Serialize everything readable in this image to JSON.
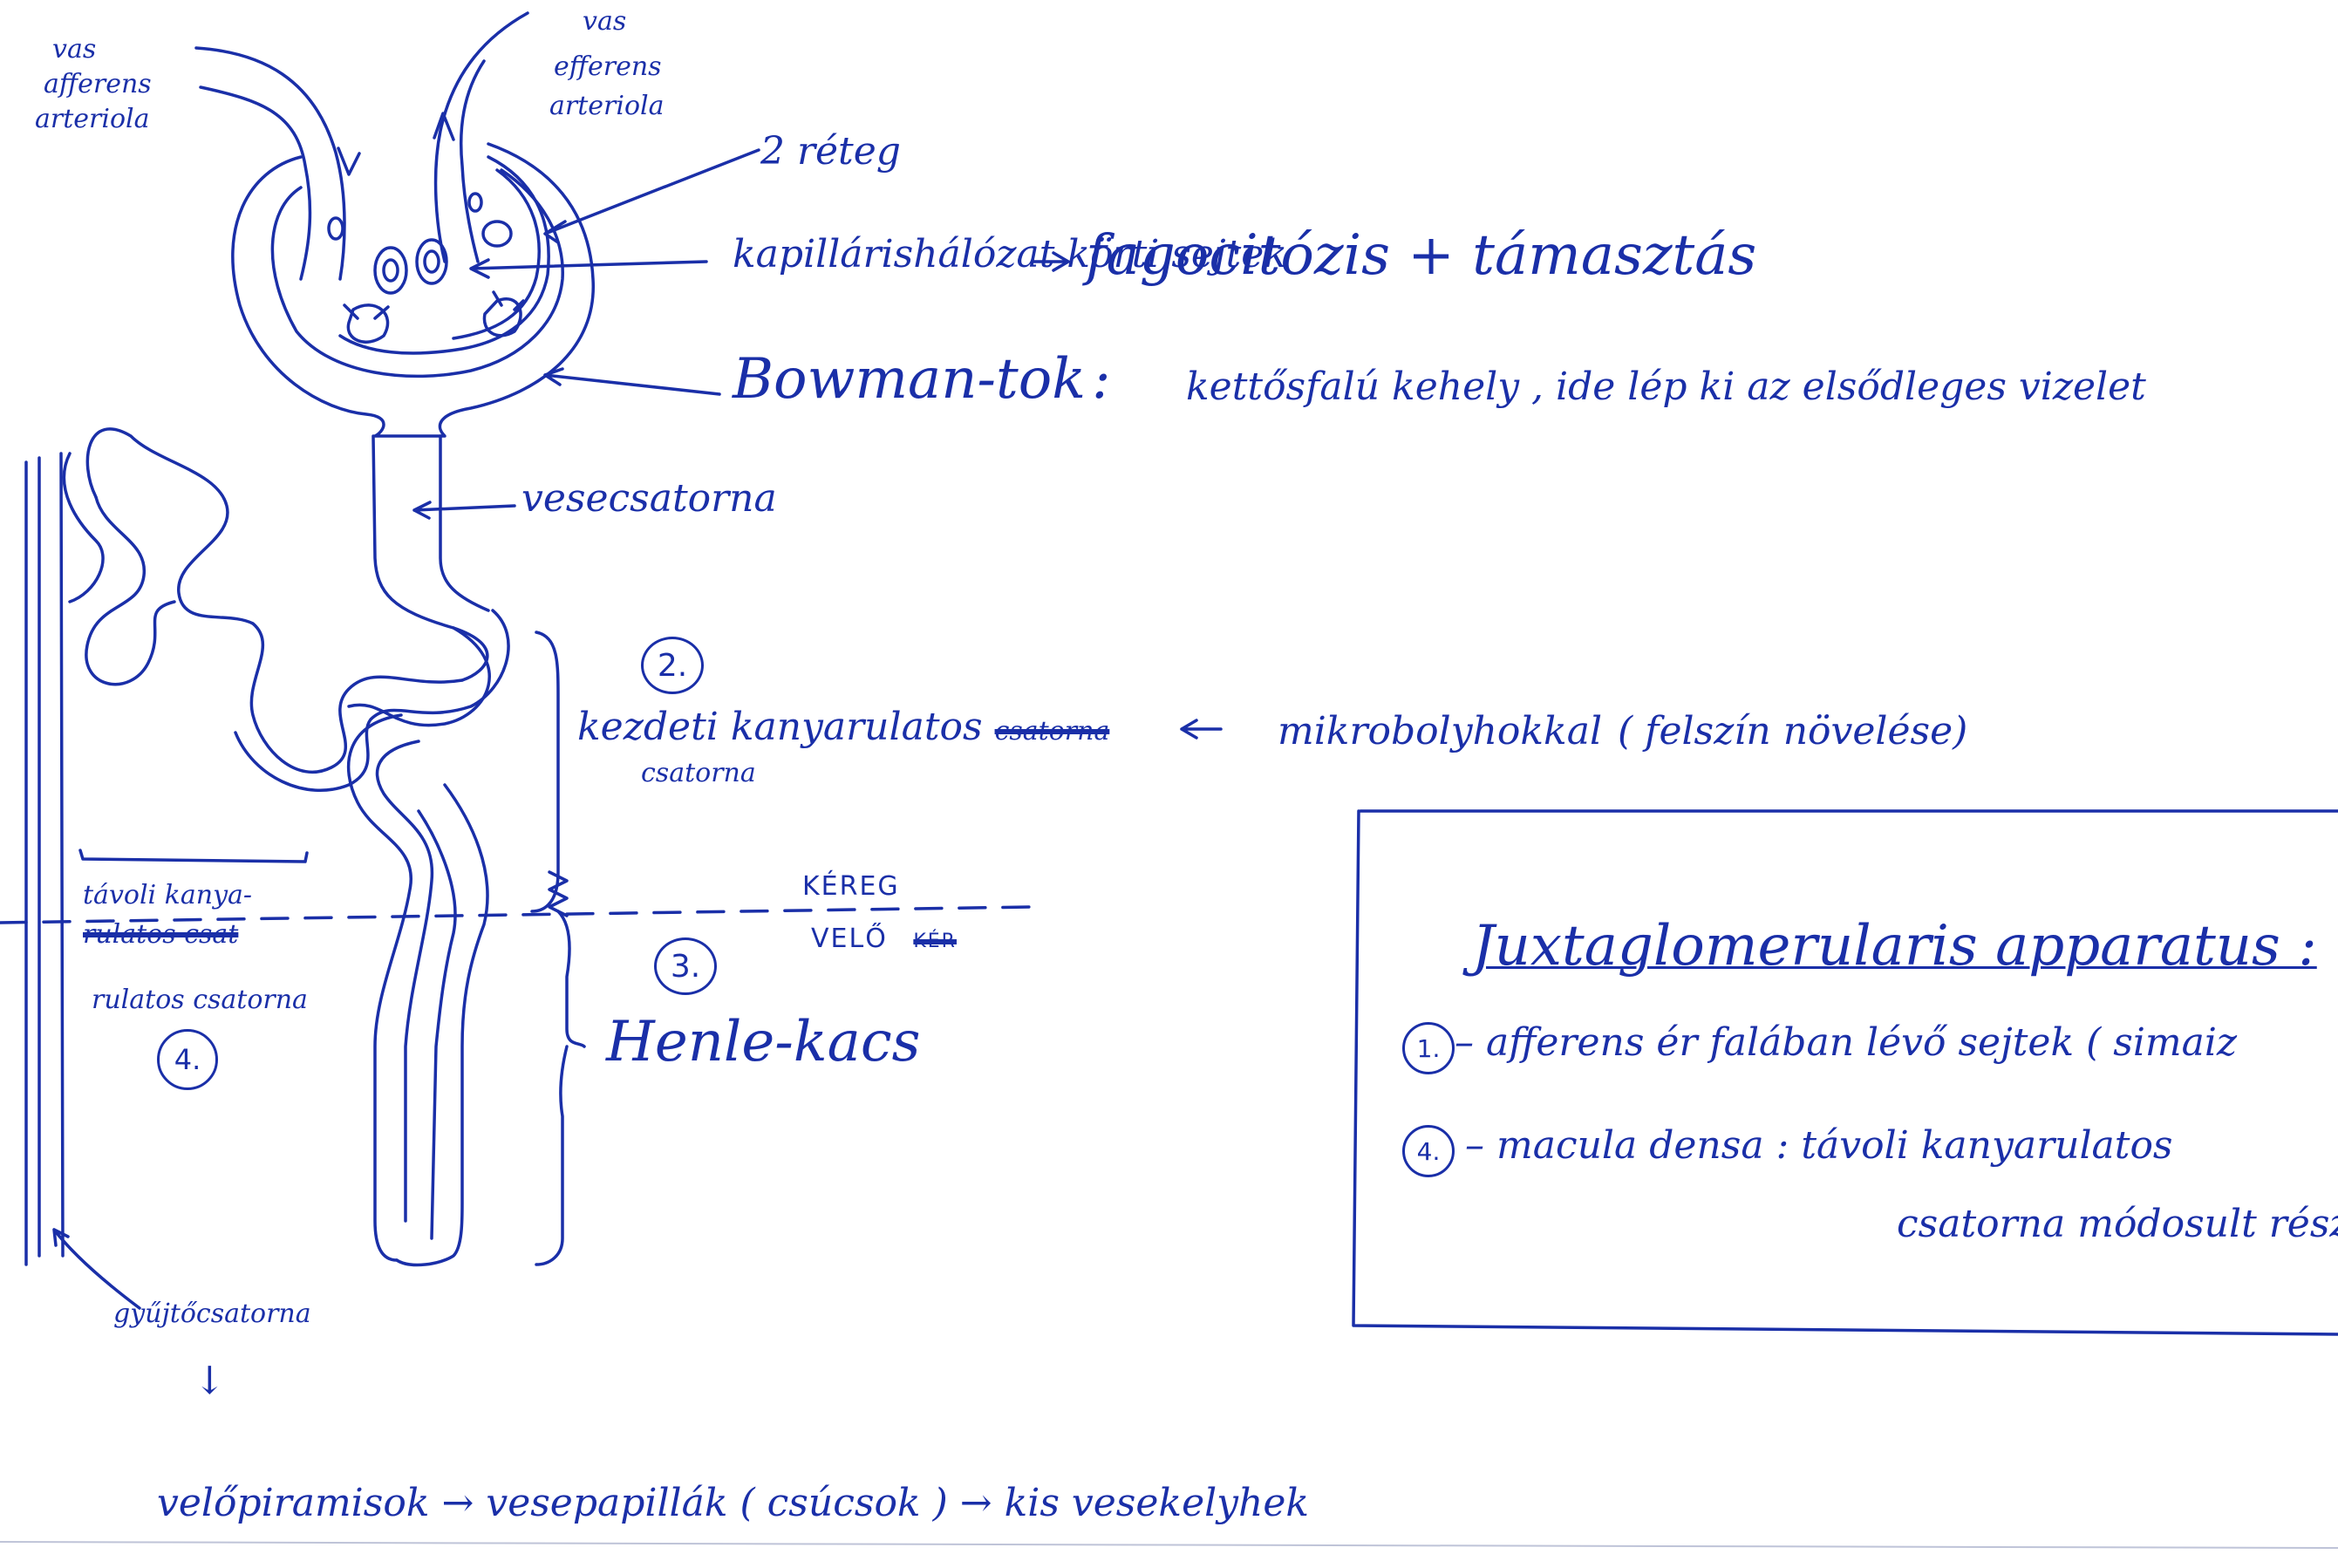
{
  "diagram": {
    "labels": {
      "afferent_1": "vas",
      "afferent_2": "afferens",
      "afferent_3": "arteriola",
      "efferent_1": "vas",
      "efferent_2": "efferens",
      "efferent_3": "arteriola",
      "two_layers": "2 réteg",
      "mesangial": "kapillárishálózat körti sejtek",
      "mesangial_function": "fagocitózis + támasztás",
      "bowman": "Bowman-tok",
      "bowman_desc": "kettősfalú kehely , ide lép ki az elsődleges vizelet",
      "tubule": "vesecsatorna",
      "num_2": "2.",
      "proximal_1": "kezdeti kanyarulatos",
      "proximal_struck": "csatorna",
      "proximal_2": "csatorna",
      "microvilli": "mikrobolyhokkal",
      "microvilli_note": "( felszín növelése)",
      "cortex": "KÉREG",
      "medulla": "VELŐ",
      "medulla_struck": "KÉR",
      "num_3": "3.",
      "henle": "Henle-kacs",
      "distal_1": "távoli kanya-",
      "distal_struck": "rulatos csat",
      "distal_2": "rulatos csatorna",
      "num_4": "4.",
      "collecting": "gyűjtőcsatorna",
      "down_arrow": "↓",
      "flow": "velőpiramisok → vesepapillák ( csúcsok ) → kis vesekelyhek"
    },
    "box": {
      "title": "Juxtaglomerularis apparatus :",
      "num_1": "1.",
      "item_1": "– afferens ér falában lévő sejtek ( simaiz",
      "num_4": "4.",
      "item_4_line1": "– macula densa :  távoli kanyarulatos",
      "item_4_line2": "csatorna módosult része"
    },
    "colors": {
      "ink": "#1a2fa8",
      "background": "#ffffff"
    }
  }
}
